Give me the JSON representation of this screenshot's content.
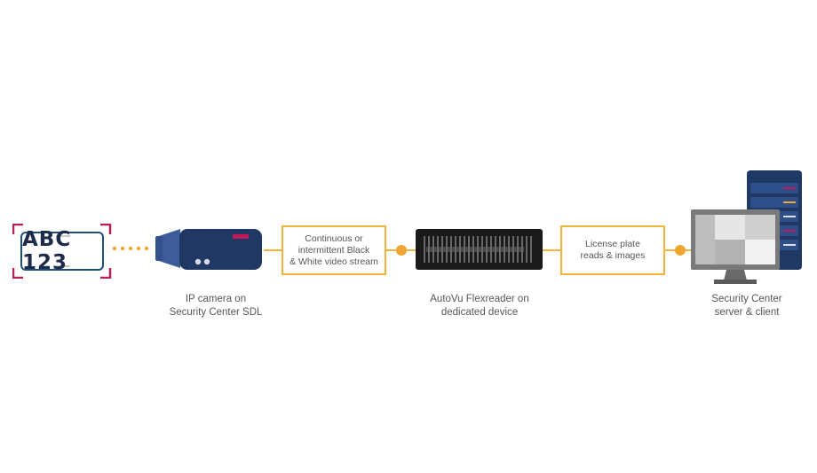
{
  "plate": {
    "text": "ABC 123"
  },
  "camera": {
    "caption": "IP camera on\nSecurity Center SDL"
  },
  "stream_box": {
    "text": "Continuous or\nintermittent Black\n& White video stream"
  },
  "flexreader": {
    "caption": "AutoVu Flexreader on\ndedicated device"
  },
  "reads_box": {
    "text": "License plate\nreads & images"
  },
  "server": {
    "caption": "Security Center\nserver & client"
  },
  "colors": {
    "navy": "#1f3864",
    "accent_orange": "#f0a531",
    "box_border": "#f0b43a",
    "plate_corner": "#b5224f",
    "camera_lens": "#3e5b9a",
    "reader_body": "#1a1a1a"
  }
}
